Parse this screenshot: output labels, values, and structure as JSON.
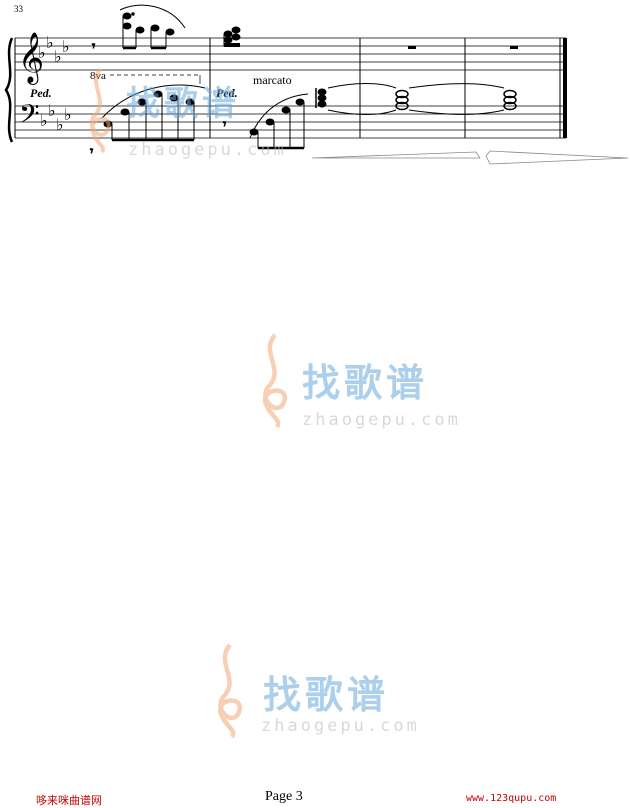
{
  "score": {
    "measure_number": "33",
    "pedal_mark_1": "Ped.",
    "pedal_mark_2": "Ped.",
    "octave_mark": "8va",
    "expression": "marcato"
  },
  "watermark": {
    "name_cn": "找歌谱",
    "domain": "zhaogepu.com"
  },
  "footer": {
    "left_text": "哆来咪曲谱网",
    "page_label": "Page 3",
    "right_text": "www.123qupu.com"
  },
  "colors": {
    "watermark_orange": "#f0a878",
    "watermark_blue": "#6aa8dc",
    "watermark_gray": "#b9b9b9",
    "footer_red": "#cc0000"
  }
}
